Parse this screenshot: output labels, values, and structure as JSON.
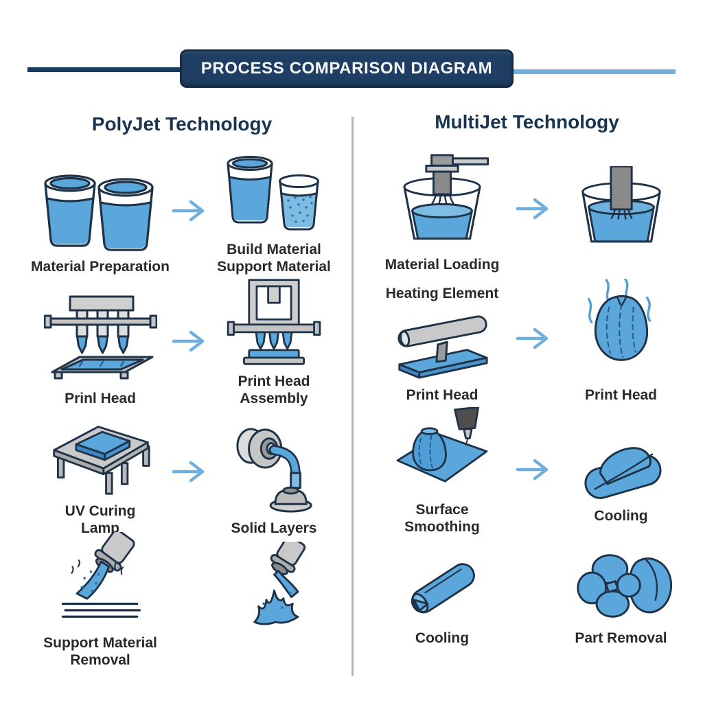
{
  "banner": {
    "title": "PROCESS COMPARISON DIAGRAM"
  },
  "polyjet": {
    "header": "PolyJet Technology",
    "row1_left": "Material Preparation",
    "row1_right": "Build Material\nSupport Material",
    "row2_left": "Prinl Head",
    "row2_right": "Print Head\nAssembly",
    "row3_left": "UV Curing\nLamp",
    "row3_right": "Solid Layers",
    "row4_left": "Support Material\nRemoval"
  },
  "multijet": {
    "header": "MultiJet Technology",
    "row1_left": "Material Loading",
    "row2_top": "Heating Element",
    "row2_left": "Print Head",
    "row2_right": "Print Head",
    "row3_left": "Surface\nSmoothing",
    "row3_right": "Cooling",
    "row4_left": "Cooling",
    "row4_right": "Part Removal"
  },
  "colors": {
    "banner_navy": "#1e3e63",
    "line_navy": "#1c3a5c",
    "line_light_blue": "#74b0de",
    "fill_blue": "#5ba7db",
    "fill_blue_light": "#7fbce4",
    "arrow_blue": "#6faedd",
    "outline": "#1e3348",
    "divider_gray": "#b5b5b5",
    "label_text": "#2a2a2a",
    "header_text": "#17334e"
  },
  "icons": {
    "left": [
      "two-cups-icon",
      "build-support-cups-icon",
      "print-head-machine-icon",
      "print-head-assembly-icon",
      "uv-table-icon",
      "curing-lamp-icon",
      "spray-removal-icon",
      "spray-flame-icon"
    ],
    "right": [
      "mixer-container-icon",
      "dip-bar-container-icon",
      "heating-bar-icon",
      "heated-vase-icon",
      "surface-smoothing-icon",
      "cooled-part-icon",
      "cooling-cylinder-icon",
      "part-blob-icon"
    ],
    "arrow": "right-arrow-icon"
  }
}
